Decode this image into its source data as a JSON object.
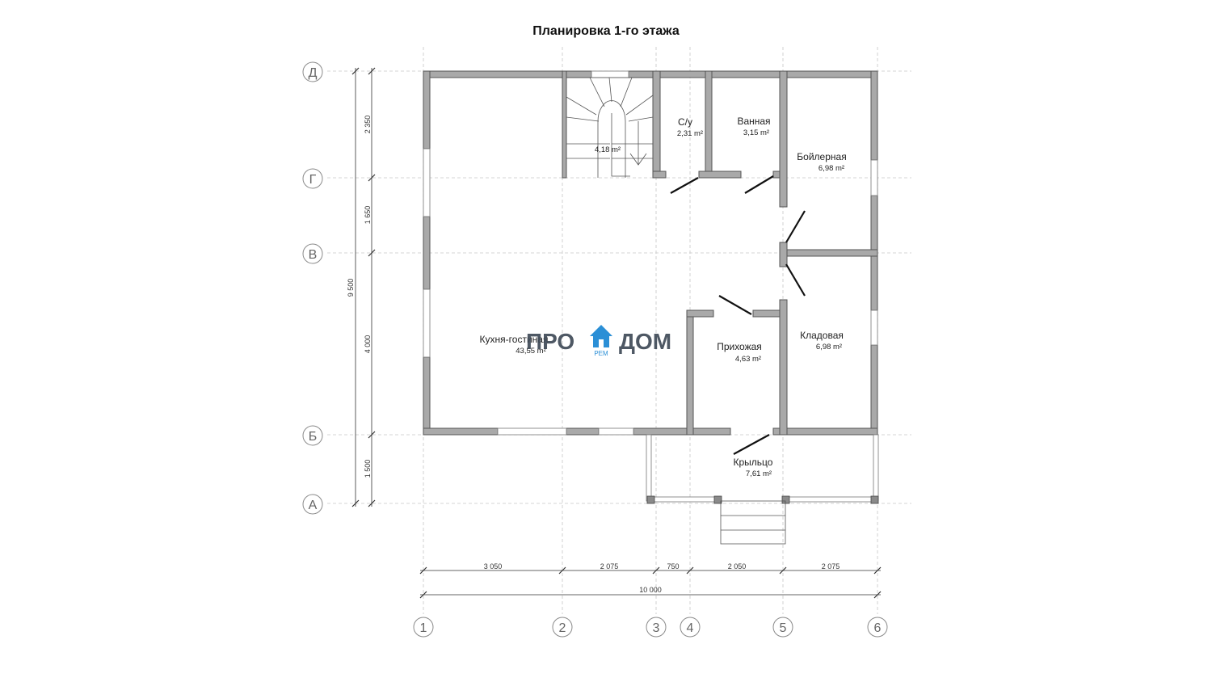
{
  "title": "Планировка 1-го этажа",
  "axes_letters": [
    "Д",
    "Г",
    "В",
    "Б",
    "А"
  ],
  "axes_numbers": [
    "1",
    "2",
    "3",
    "4",
    "5",
    "6"
  ],
  "dims_vertical": {
    "total": "9 500",
    "d_g": "2 350",
    "g_v": "1 650",
    "v_b": "4 000",
    "b_a": "1 500"
  },
  "dims_horizontal": {
    "s12": "3 050",
    "s23": "2 075",
    "s34": "750",
    "s45": "2 050",
    "s56": "2 075",
    "total": "10 000"
  },
  "rooms": {
    "stair": {
      "area": "4,18 m²"
    },
    "wc": {
      "name": "С/у",
      "area": "2,31 m²"
    },
    "bath": {
      "name": "Ванная",
      "area": "3,15 m²"
    },
    "boiler": {
      "name": "Бойлерная",
      "area": "6,98 m²"
    },
    "kitchen": {
      "name": "Кухня-гостиная",
      "area": "43,55 m²"
    },
    "hall": {
      "name": "Прихожая",
      "area": "4,63 m²"
    },
    "storage": {
      "name": "Кладовая",
      "area": "6,98 m²"
    },
    "porch": {
      "name": "Крыльцо",
      "area": "7,61 m²"
    }
  },
  "logo": {
    "left": "ПРО",
    "right": "ДОМ",
    "sub": "РЕМ"
  },
  "colors": {
    "wall": "#a9a9a9",
    "logo_text": "#3f4a57",
    "logo_house": "#2b8fd6"
  }
}
